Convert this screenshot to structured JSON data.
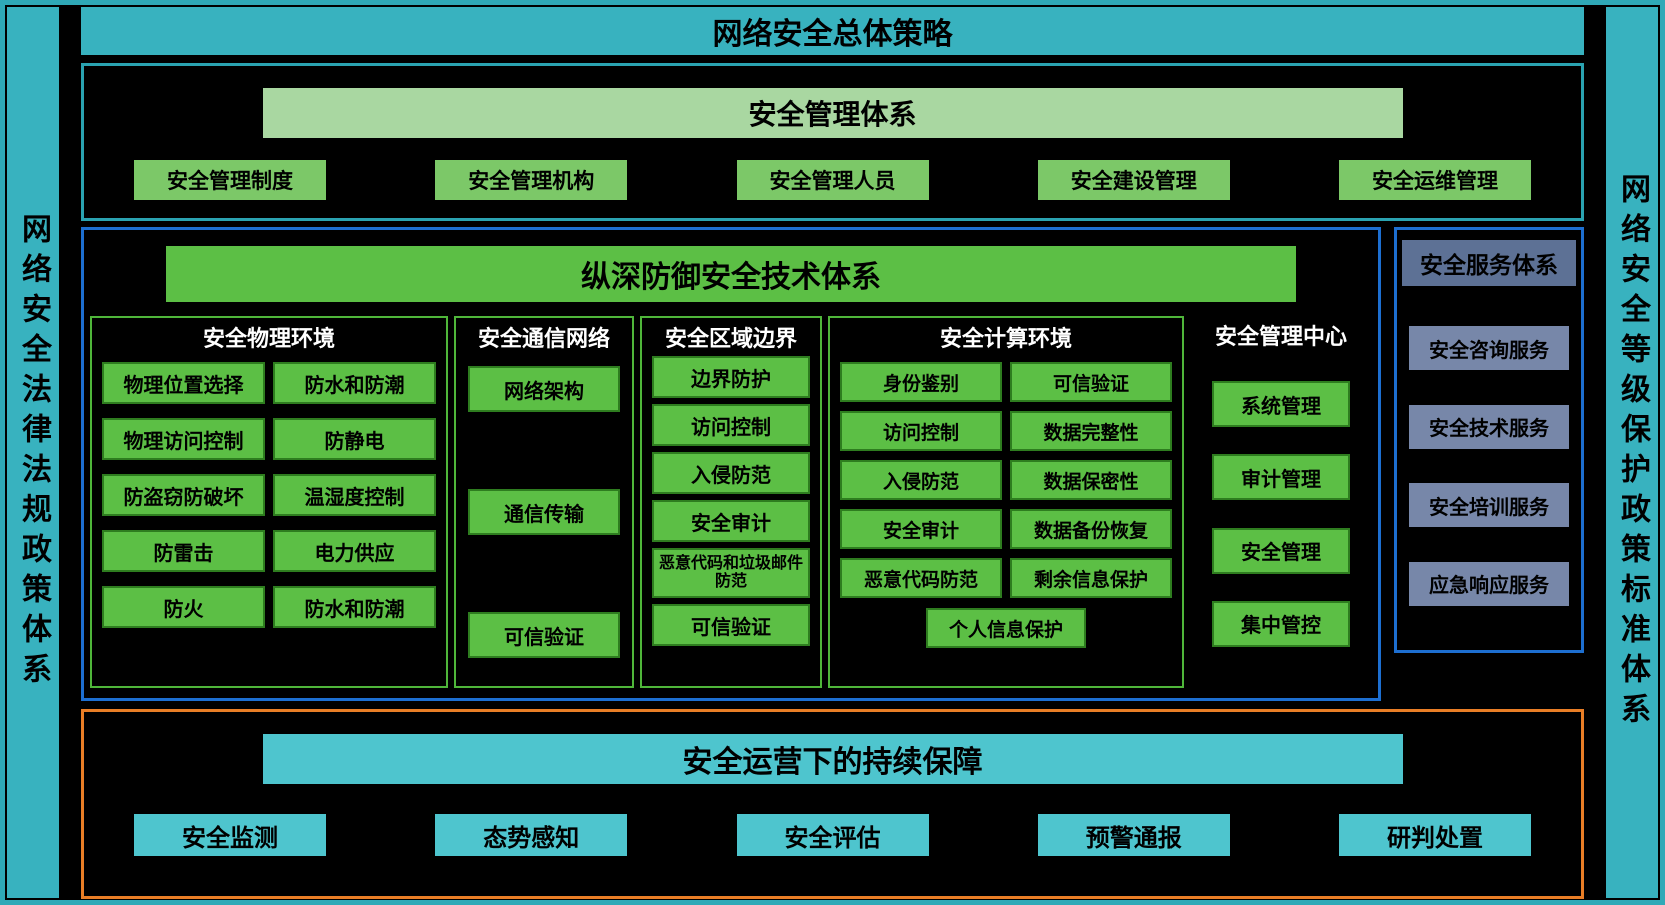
{
  "colors": {
    "teal": "#38b2bf",
    "teal_light": "#4ec5ce",
    "teal_border": "#2aa3b1",
    "light_green": "#a9d7a1",
    "mid_green": "#7cc868",
    "green": "#5cbf45",
    "green_dark_border": "#2e7d1f",
    "green_col_border": "#4fb63a",
    "blue_border": "#1d6fd1",
    "orange_border": "#e97e26",
    "slate_header": "#5d7195",
    "slate_button": "#7787a9",
    "background": "#000000"
  },
  "left_bar": {
    "label": "网络安全法律法规政策体系"
  },
  "right_bar": {
    "label": "网络安全等级保护政策标准体系"
  },
  "top_banner": {
    "title": "网络安全总体策略"
  },
  "management": {
    "title": "安全管理体系",
    "items": [
      "安全管理制度",
      "安全管理机构",
      "安全管理人员",
      "安全建设管理",
      "安全运维管理"
    ]
  },
  "technology": {
    "title": "纵深防御安全技术体系",
    "columns": [
      {
        "title": "安全物理环境",
        "left": [
          "物理位置选择",
          "物理访问控制",
          "防盗窃防破坏",
          "防雷击",
          "防火"
        ],
        "right": [
          "防水和防潮",
          "防静电",
          "温湿度控制",
          "电力供应",
          "防水和防潮"
        ]
      },
      {
        "title": "安全通信网络",
        "items": [
          "网络架构",
          "通信传输",
          "可信验证"
        ]
      },
      {
        "title": "安全区域边界",
        "items": [
          "边界防护",
          "访问控制",
          "入侵防范",
          "安全审计",
          "恶意代码和垃圾邮件防范",
          "可信验证"
        ]
      },
      {
        "title": "安全计算环境",
        "left": [
          "身份鉴别",
          "访问控制",
          "入侵防范",
          "安全审计",
          "恶意代码防范"
        ],
        "right": [
          "可信验证",
          "数据完整性",
          "数据保密性",
          "数据备份恢复",
          "剩余信息保护"
        ],
        "footer": "个人信息保护"
      },
      {
        "title": "安全管理中心",
        "items": [
          "系统管理",
          "审计管理",
          "安全管理",
          "集中管控"
        ]
      }
    ]
  },
  "services": {
    "title": "安全服务体系",
    "items": [
      "安全咨询服务",
      "安全技术服务",
      "安全培训服务",
      "应急响应服务"
    ]
  },
  "operations": {
    "title": "安全运营下的持续保障",
    "items": [
      "安全监测",
      "态势感知",
      "安全评估",
      "预警通报",
      "研判处置"
    ]
  }
}
